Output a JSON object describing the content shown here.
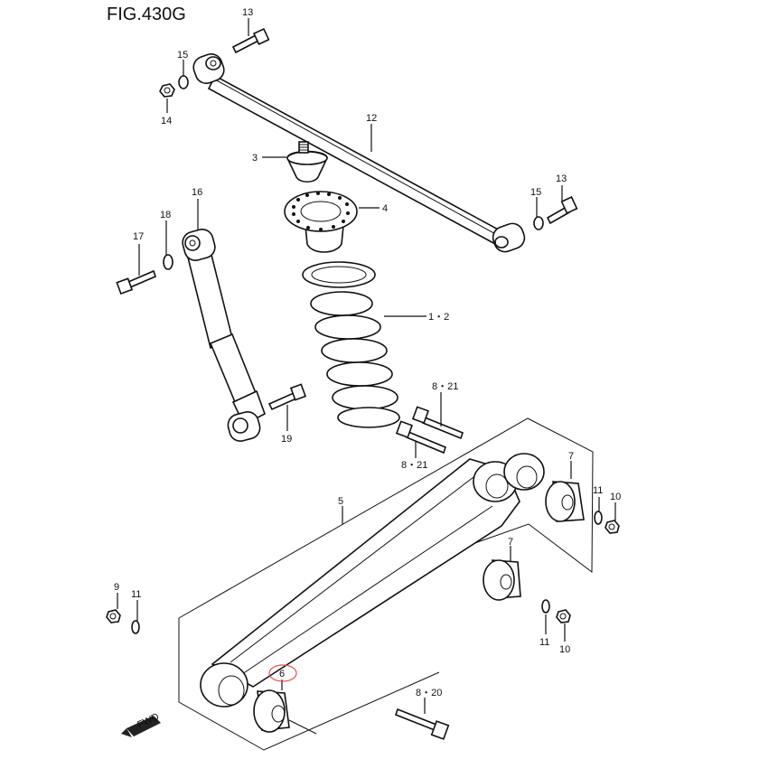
{
  "figure": {
    "title": "FIG.430G"
  },
  "callouts": {
    "c13a": "13",
    "c15a": "15",
    "c14": "14",
    "c12": "12",
    "c3": "3",
    "c13b": "13",
    "c15b": "15",
    "c4": "4",
    "c16": "16",
    "c18": "18",
    "c17": "17",
    "c1_2": "1・2",
    "c8_21a": "8・21",
    "c8_21b": "8・21",
    "c19": "19",
    "c7a": "7",
    "c11a": "11",
    "c10a": "10",
    "c5": "5",
    "c7b": "7",
    "c9": "9",
    "c11b": "11",
    "c11c": "11",
    "c10b": "10",
    "c6": "6",
    "c8_20": "8・20"
  },
  "fwd": {
    "label": "FWD"
  },
  "highlight": {
    "color": "#e05050",
    "part": "6"
  }
}
